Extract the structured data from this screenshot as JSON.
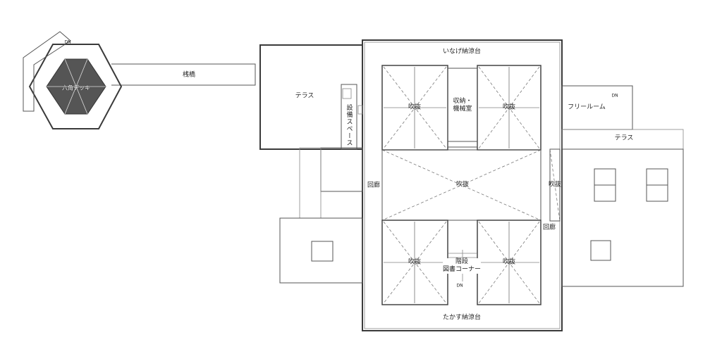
{
  "labels": {
    "inage_noryodai": "いなげ納涼台",
    "takasu_noryodai": "たかす納涼台",
    "sanbashi": "桟橋",
    "terrace_left": "テラス",
    "terrace_right": "テラス",
    "setsubi_space": "設備スペース",
    "storage": "収納・\n機械室",
    "free_room": "フリールーム",
    "kairo_left": "回廊",
    "kairo_right": "回廊",
    "fukinuke_center": "吹抜",
    "fukinuke_tl": "吹抜",
    "fukinuke_tr": "吹抜",
    "fukinuke_bl": "吹抜",
    "fukinuke_br": "吹抜",
    "fukinuke_side": "吹抜",
    "stairs_library": "階段\n図書コーナー",
    "hexagon_deck": "六角デッキ",
    "dn_top_left": "DN",
    "dn_right": "DN",
    "dn_stairs": "DN"
  }
}
